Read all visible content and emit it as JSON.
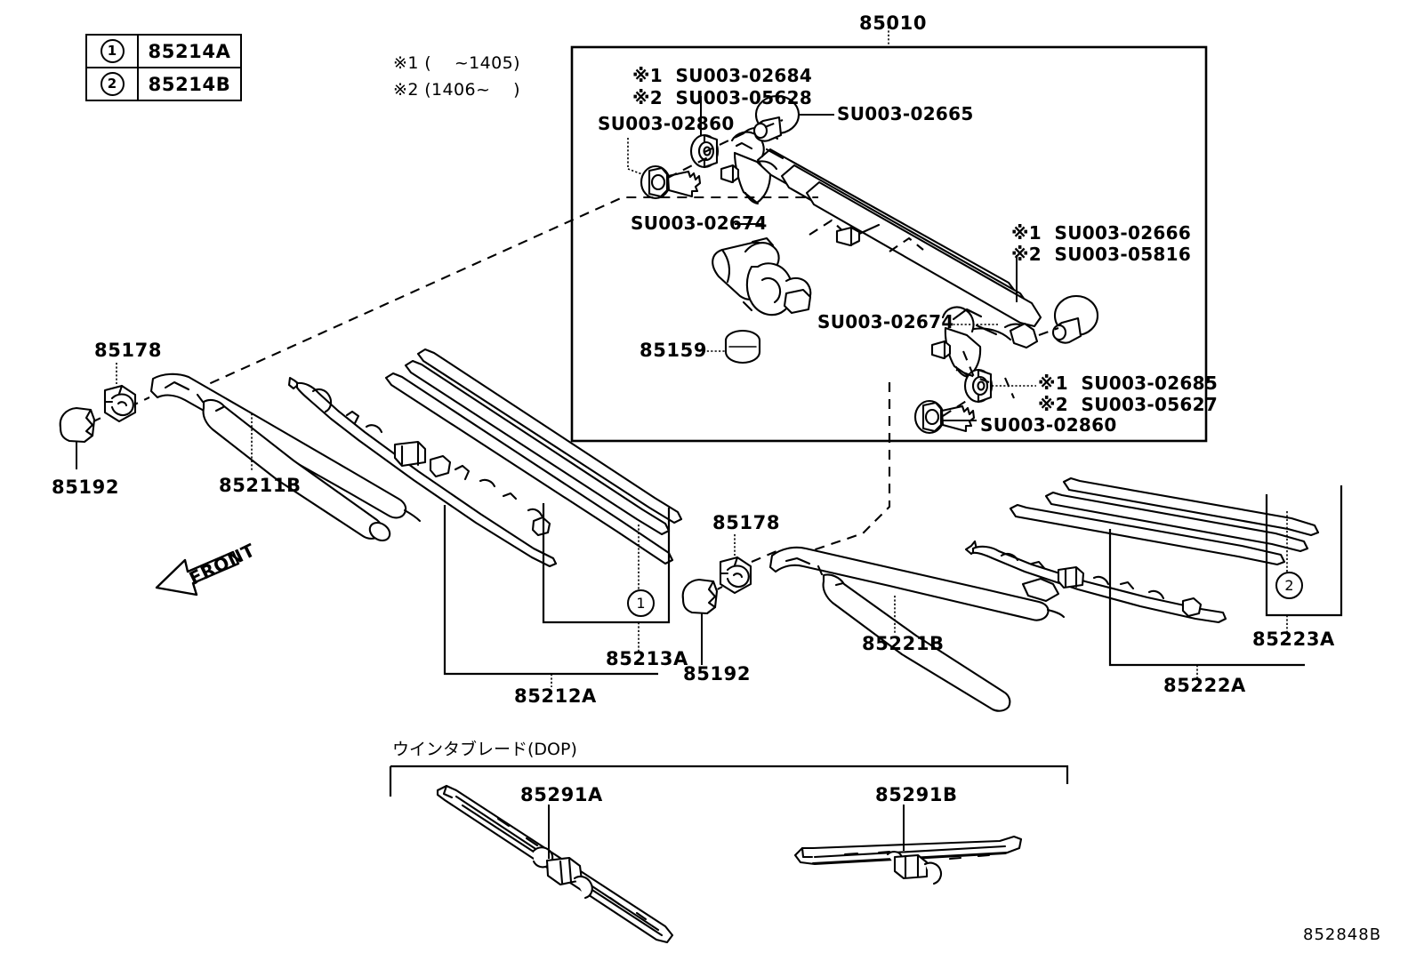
{
  "diagram": {
    "code": "852848B",
    "title_ref": "85010",
    "front_marker": "FRONT"
  },
  "legend": {
    "rows": [
      {
        "mark": "1",
        "part": "85214A"
      },
      {
        "mark": "2",
        "part": "85214B"
      }
    ]
  },
  "notes": [
    "※1 (    ~1405)",
    "※2 (1406~    )"
  ],
  "main_box": {
    "ref": "85010",
    "labels": {
      "m1_1": "※1  SU003-02684",
      "m1_2": "※2  SU003-05628",
      "bolt_top": "SU003-02860",
      "cap_top": "SU003-02665",
      "pivot_left": "SU003-02674",
      "pivot_right": "SU003-02674",
      "grommet": "85159",
      "m2_1": "※1  SU003-02666",
      "m2_2": "※2  SU003-05816",
      "m3_1": "※1  SU003-02685",
      "m3_2": "※2  SU003-05627",
      "bolt_bottom": "SU003-02860"
    }
  },
  "left_assembly": {
    "nut": "85178",
    "cap": "85192",
    "arm": "85211B",
    "blade": "85213A",
    "assembly": "85212A",
    "mark": "1"
  },
  "right_assembly": {
    "nut": "85178",
    "cap": "85192",
    "arm": "85221B",
    "blade": "85223A",
    "assembly": "85222A",
    "mark": "2"
  },
  "dop_section": {
    "title": "ウインタブレード(DOP)",
    "blade_left": "85291A",
    "blade_right": "85291B"
  },
  "colors": {
    "line": "#000000",
    "background": "#ffffff"
  }
}
